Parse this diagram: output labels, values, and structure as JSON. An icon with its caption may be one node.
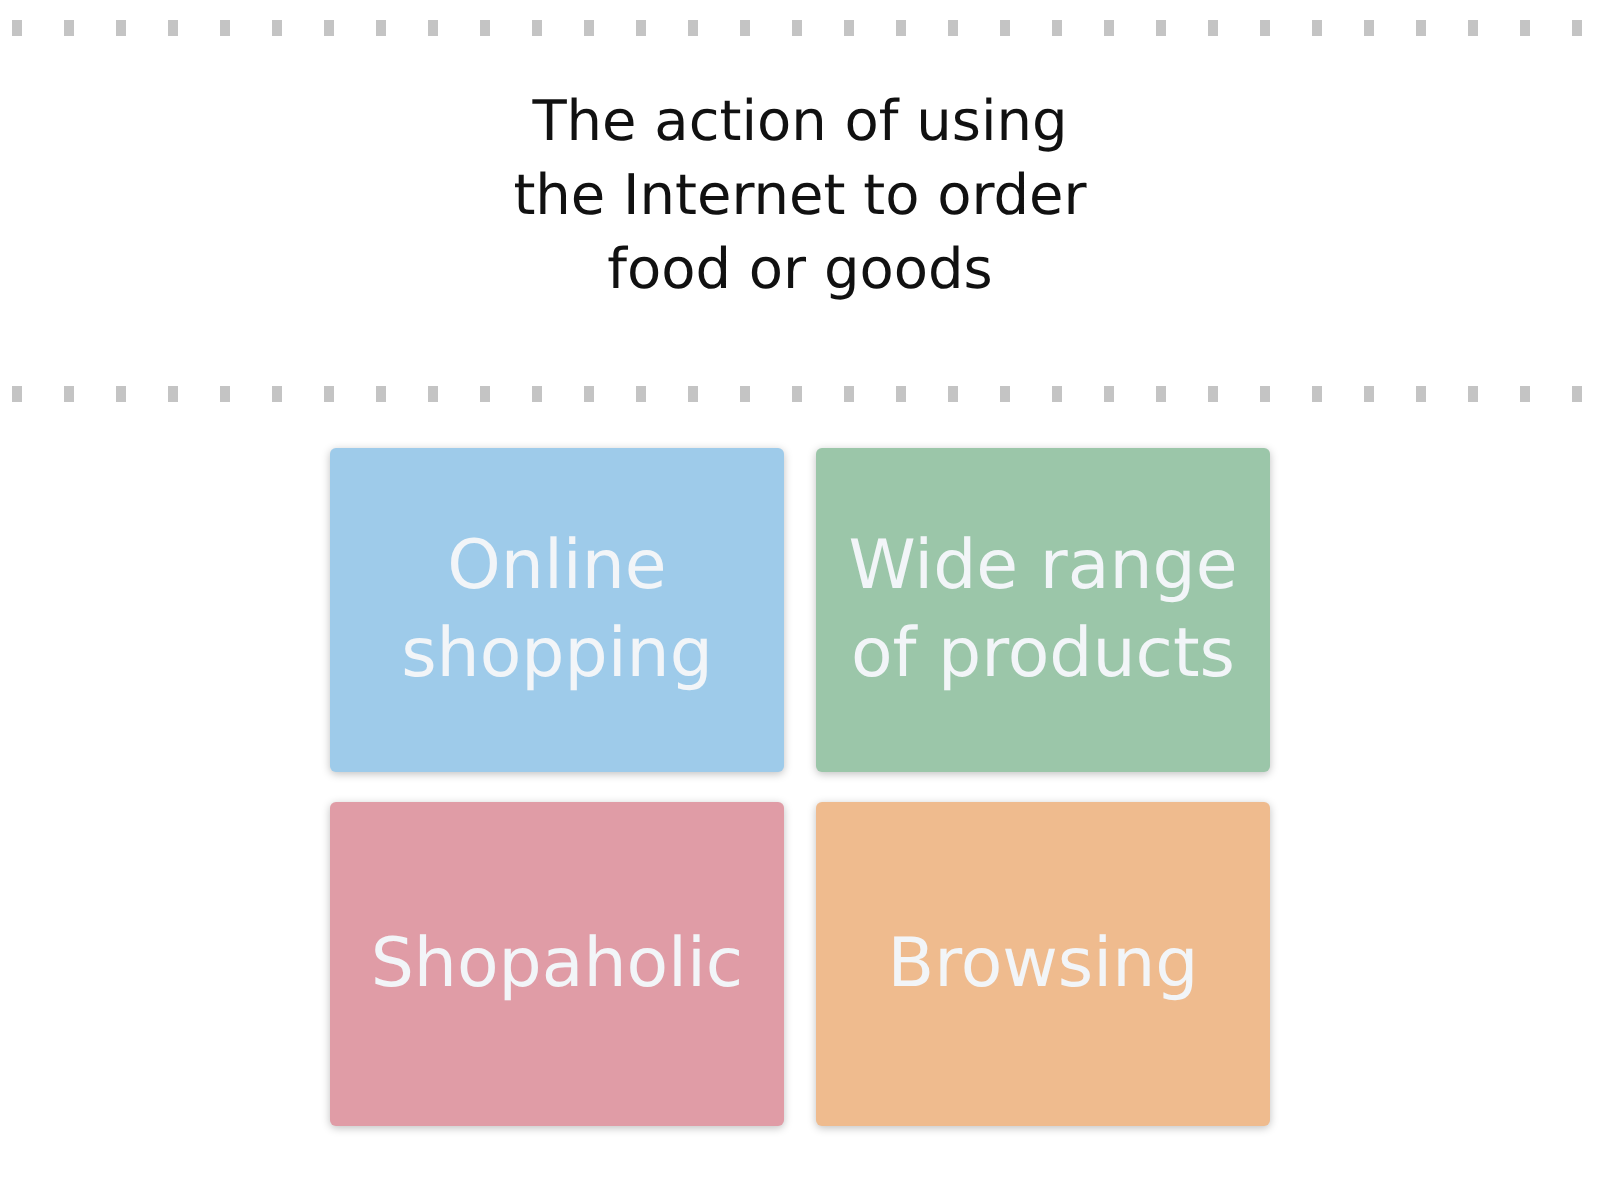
{
  "diagram": {
    "nodes": [
      {
        "text": [
          "Online shopping"
        ]
      },
      {
        "text": [
          "Wide range of products"
        ]
      },
      {
        "text": [
          "Shopaholic"
        ]
      },
      {
        "text": [
          "Browsing"
        ]
      }
    ],
    "labels": [
      "The action of using the Internet to order food or goods"
    ]
  }
}
